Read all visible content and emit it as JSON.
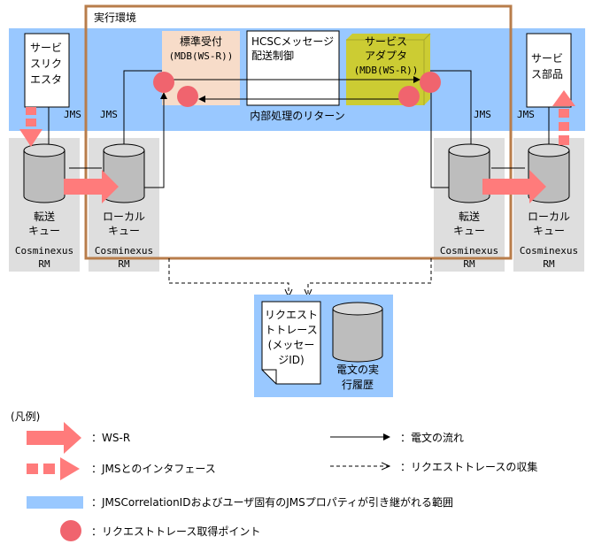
{
  "title": "実行環境",
  "jms_label": "JMS",
  "service_requester": [
    "サービ",
    "スリク",
    "エスタ"
  ],
  "service_part": [
    "サービ",
    "ス部品"
  ],
  "standard_receiver": [
    "標準受付",
    "(MDB(WS-R))"
  ],
  "hcsc_control": [
    "HCSCメッセージ",
    "配送制御"
  ],
  "service_adapter": [
    "サービス",
    "アダプタ",
    "(MDB(WS-R))"
  ],
  "internal_return": "内部処理のリターン",
  "transfer_queue": [
    "転送",
    "キュー"
  ],
  "local_queue": [
    "ローカル",
    "キュー"
  ],
  "rm_label": [
    "Cosminexus",
    "RM"
  ],
  "request_trace_doc": [
    "リクエスト",
    "トトレース",
    "(メッセー",
    "ジID)"
  ],
  "history_db": [
    "電文の実",
    "行履歴"
  ],
  "legend": {
    "title": "(凡例)",
    "wsr": "：WS-R",
    "jms_interface": "：JMSとのインタフェース",
    "scope": "：JMSCorrelationIDおよびユーザ固有のJMSプロパティが引き継がれる範囲",
    "trace_point": "：リクエストトレース取得ポイント",
    "message_flow": "：電文の流れ",
    "trace_collect": "：リクエストトレースの収集"
  },
  "colors": {
    "scope_blue": "#99c8ff",
    "gray_panel": "#dedede",
    "brown_border": "#b87d4b",
    "peach": "#f7dcc9",
    "olive": "#cccc33",
    "red_point": "#f0646e",
    "arrow_pink": "#ff7b7b"
  }
}
